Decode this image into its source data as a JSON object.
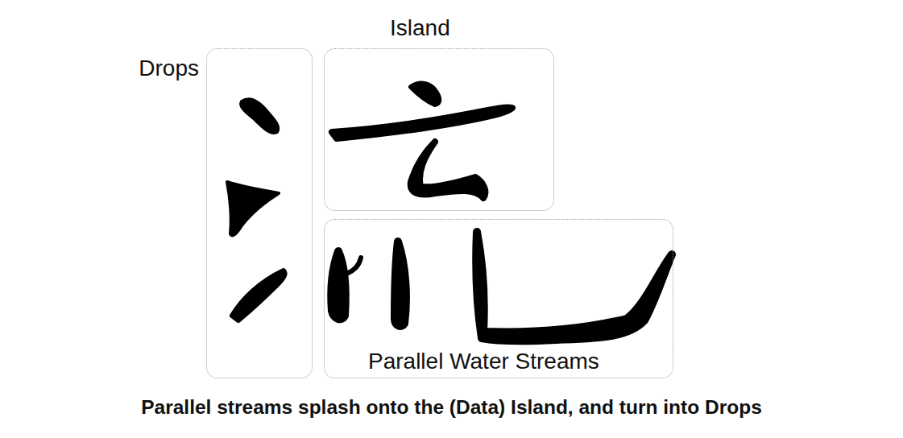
{
  "diagram": {
    "caption": "Parallel streams splash onto the (Data) Island, and turn into Drops",
    "nodes": [
      {
        "text": [
          "Drops"
        ]
      },
      {
        "text": [
          "Island"
        ]
      },
      {
        "text": [
          "Parallel Water Streams"
        ]
      }
    ]
  }
}
